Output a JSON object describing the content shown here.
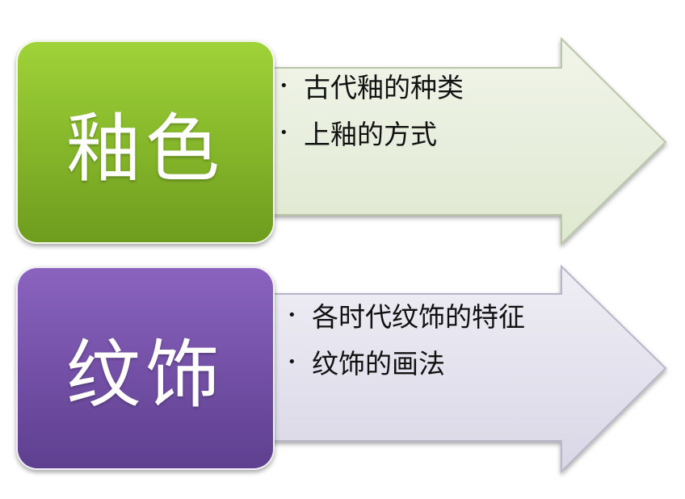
{
  "colors": {
    "green_tile": "#9fd338",
    "green_tile_dark": "#6e9c1e",
    "purple_tile": "#8a63bf",
    "purple_tile_dark": "#5e3f8f",
    "green_arrow": "#e7eedc",
    "purple_arrow": "#e3e2ec"
  },
  "groups": [
    {
      "title": "釉色",
      "bullets": [
        "古代釉的种类",
        "上釉的方式"
      ]
    },
    {
      "title": "纹饰",
      "bullets": [
        "各时代纹饰的特征",
        "纹饰的画法"
      ]
    }
  ]
}
